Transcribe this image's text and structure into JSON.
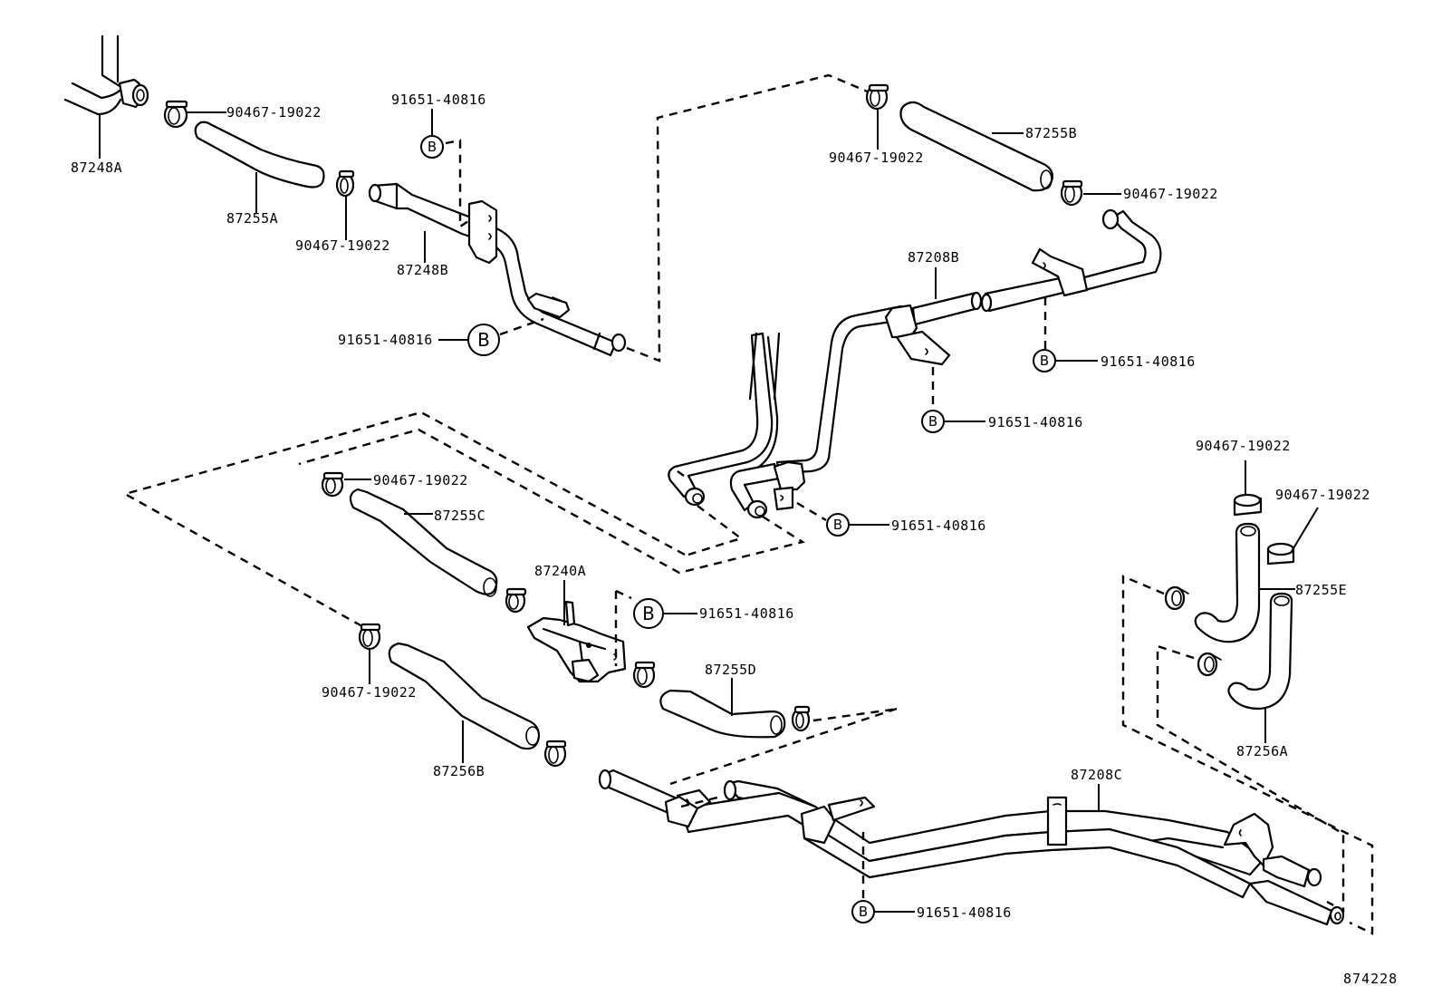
{
  "diagram": {
    "type": "exploded parts diagram",
    "figure_id": "874228",
    "symbol_b": "B",
    "parts": {
      "p87248A": "87248A",
      "p87248B": "87248B",
      "p87255A": "87255A",
      "p87255B": "87255B",
      "p87255C": "87255C",
      "p87255D": "87255D",
      "p87255E": "87255E",
      "p87256A": "87256A",
      "p87256B": "87256B",
      "p87208B": "87208B",
      "p87208C": "87208C",
      "p87240A": "87240A",
      "clamp": "90467-19022",
      "bolt": "91651-40816"
    },
    "callouts": [
      {
        "id": "87248A",
        "label": "87248A"
      },
      {
        "id": "clamp-1",
        "label": "90467-19022"
      },
      {
        "id": "87255A",
        "label": "87255A"
      },
      {
        "id": "clamp-2",
        "label": "90467-19022"
      },
      {
        "id": "bolt-1",
        "label": "91651-40816",
        "symbol": "B"
      },
      {
        "id": "87248B",
        "label": "87248B"
      },
      {
        "id": "bolt-2",
        "label": "91651-40816",
        "symbol": "B"
      },
      {
        "id": "clamp-3",
        "label": "90467-19022"
      },
      {
        "id": "87255B",
        "label": "87255B"
      },
      {
        "id": "clamp-4",
        "label": "90467-19022"
      },
      {
        "id": "87208B",
        "label": "87208B"
      },
      {
        "id": "bolt-3",
        "label": "91651-40816",
        "symbol": "B"
      },
      {
        "id": "bolt-4",
        "label": "91651-40816",
        "symbol": "B"
      },
      {
        "id": "bolt-5",
        "label": "91651-40816",
        "symbol": "B"
      },
      {
        "id": "clamp-5",
        "label": "90467-19022"
      },
      {
        "id": "87255C",
        "label": "87255C"
      },
      {
        "id": "87240A",
        "label": "87240A"
      },
      {
        "id": "bolt-6",
        "label": "91651-40816",
        "symbol": "B"
      },
      {
        "id": "clamp-6",
        "label": "90467-19022"
      },
      {
        "id": "87256B",
        "label": "87256B"
      },
      {
        "id": "87255D",
        "label": "87255D"
      },
      {
        "id": "clamp-7",
        "label": "90467-19022"
      },
      {
        "id": "clamp-8",
        "label": "90467-19022"
      },
      {
        "id": "87255E",
        "label": "87255E"
      },
      {
        "id": "87256A",
        "label": "87256A"
      },
      {
        "id": "87208C",
        "label": "87208C"
      },
      {
        "id": "bolt-7",
        "label": "91651-40816",
        "symbol": "B"
      }
    ]
  }
}
